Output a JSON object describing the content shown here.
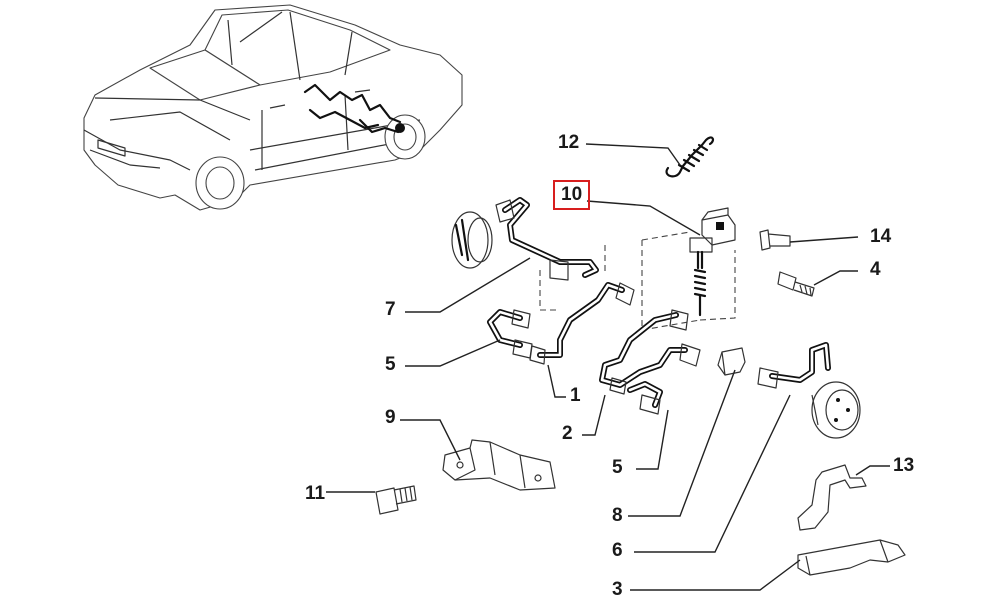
{
  "callouts": [
    {
      "id": "callout-1",
      "text": "1"
    },
    {
      "id": "callout-2",
      "text": "2"
    },
    {
      "id": "callout-3",
      "text": "3"
    },
    {
      "id": "callout-4",
      "text": "4"
    },
    {
      "id": "callout-5a",
      "text": "5"
    },
    {
      "id": "callout-5b",
      "text": "5"
    },
    {
      "id": "callout-6",
      "text": "6"
    },
    {
      "id": "callout-7",
      "text": "7"
    },
    {
      "id": "callout-8",
      "text": "8"
    },
    {
      "id": "callout-9",
      "text": "9"
    },
    {
      "id": "callout-10",
      "text": "10"
    },
    {
      "id": "callout-11",
      "text": "11"
    },
    {
      "id": "callout-12",
      "text": "12"
    },
    {
      "id": "callout-13",
      "text": "13"
    },
    {
      "id": "callout-14",
      "text": "14"
    }
  ],
  "highlight_color": "#d81e1e",
  "icons": [
    "car-icon",
    "brake-pipe-icon",
    "pressure-valve-icon",
    "spring-icon",
    "bolt-icon",
    "bracket-icon",
    "clip-icon",
    "brake-drum-icon"
  ]
}
